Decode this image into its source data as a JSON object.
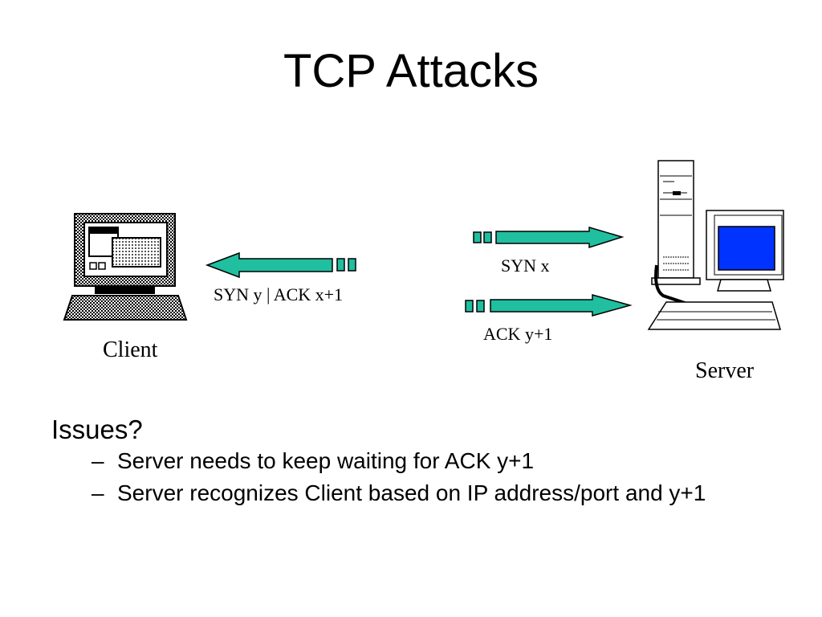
{
  "title": "TCP Attacks",
  "diagram": {
    "client_label": "Client",
    "server_label": "Server",
    "arrows": [
      {
        "label": "SYN x",
        "direction": "client-to-server"
      },
      {
        "label": "SYN y | ACK x+1",
        "direction": "server-to-client"
      },
      {
        "label": "ACK y+1",
        "direction": "client-to-server"
      }
    ]
  },
  "issues": {
    "heading": "Issues?",
    "points": [
      "Server needs to keep waiting for ACK y+1",
      "Server recognizes Client based on IP address/port and y+1"
    ]
  },
  "colors": {
    "arrow_fill": "#1fbf9f",
    "screen_blue": "#0033ff"
  }
}
